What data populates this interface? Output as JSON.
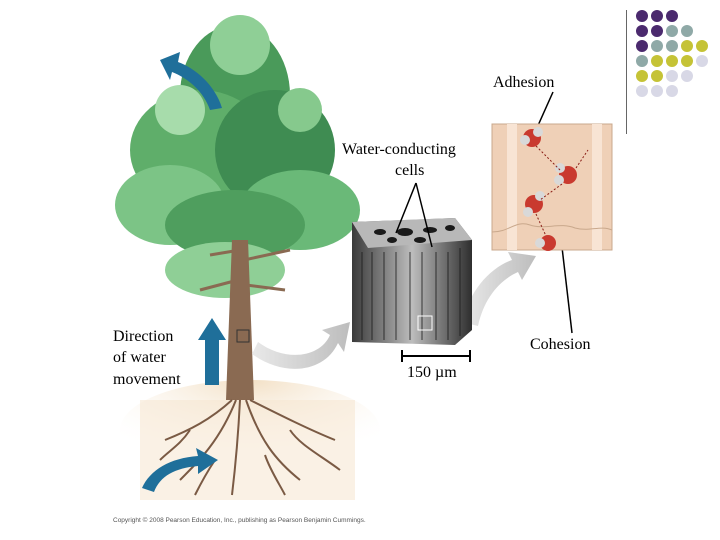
{
  "labels": {
    "adhesion": "Adhesion",
    "water_conducting": "Water-conducting",
    "cells": "cells",
    "direction1": "Direction",
    "direction2": "of water",
    "direction3": "movement",
    "cohesion": "Cohesion",
    "scale": "150 µm"
  },
  "copyright": "Copyright © 2008 Pearson Education, Inc., publishing as Pearson Benjamin Cummings.",
  "colors": {
    "purple": "#4b2a6e",
    "teal": "#8fa9a7",
    "olive": "#c5c336",
    "lavender": "#d8d8e6",
    "arrow_blue": "#1f6f9a",
    "grey_arrow": "#cfcfcf"
  },
  "dot_grid": [
    [
      "purple",
      "purple",
      "purple",
      "",
      ""
    ],
    [
      "purple",
      "purple",
      "teal",
      "teal",
      ""
    ],
    [
      "purple",
      "teal",
      "teal",
      "olive",
      "olive"
    ],
    [
      "teal",
      "olive",
      "olive",
      "olive",
      "lavender"
    ],
    [
      "olive",
      "olive",
      "lavender",
      "lavender",
      ""
    ],
    [
      "lavender",
      "lavender",
      "lavender",
      "",
      ""
    ]
  ]
}
